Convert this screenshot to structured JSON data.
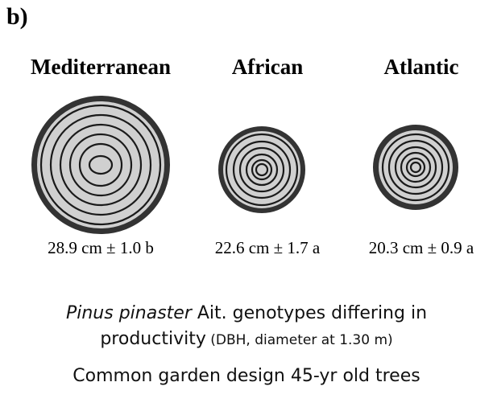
{
  "panel_label": "b)",
  "groups": [
    {
      "name": "Mediterranean",
      "dbh_text": "28.9 cm ± 1.0 b",
      "dbh_cm": 28.9
    },
    {
      "name": "African",
      "dbh_text": "22.6 cm ± 1.7 a",
      "dbh_cm": 22.6
    },
    {
      "name": "Atlantic",
      "dbh_text": "20.3 cm ± 0.9 a",
      "dbh_cm": 20.3
    }
  ],
  "caption": {
    "species": "Pinus pinaster",
    "line1_rest": " Ait. genotypes differing in",
    "line2_main": "productivity",
    "line2_small": " (DBH, diameter at 1.30 m)",
    "design": "Common garden design 45-yr old trees"
  },
  "colors": {
    "bark": "#333333",
    "wood": "#d0d0d0",
    "ring": "#1a1a1a"
  }
}
